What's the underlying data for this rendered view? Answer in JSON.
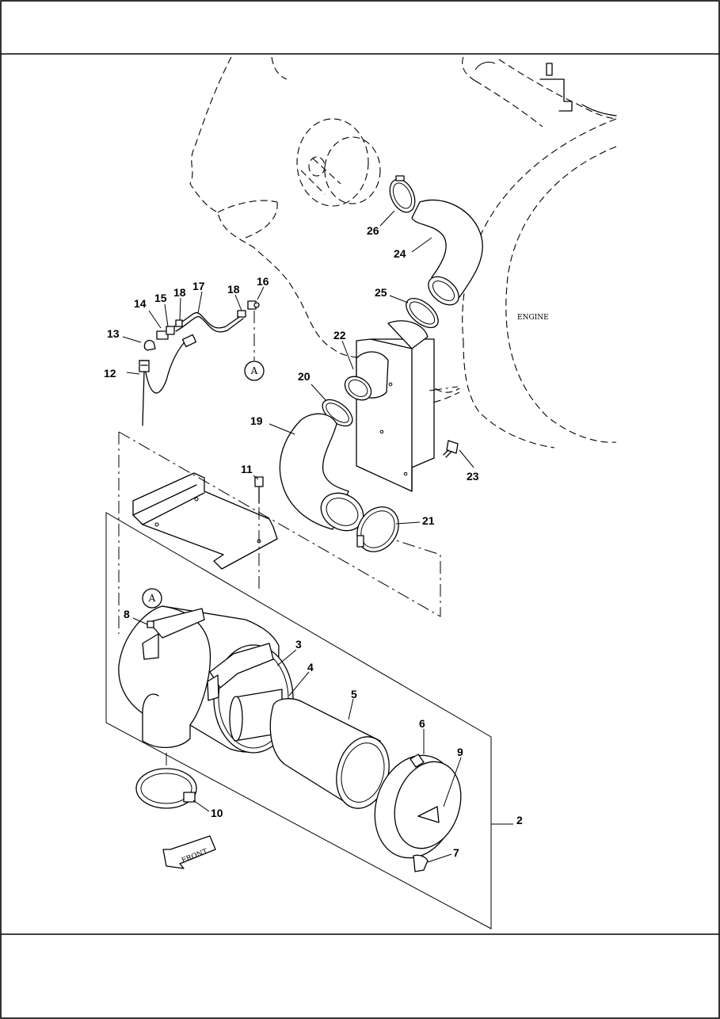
{
  "diagram": {
    "engine_label": "ENGINE",
    "front_label": "FRONT",
    "reference_mark": "A",
    "callouts": {
      "c2": "2",
      "c3": "3",
      "c4": "4",
      "c5": "5",
      "c6": "6",
      "c7": "7",
      "c8": "8",
      "c9": "9",
      "c10": "10",
      "c11": "11",
      "c12": "12",
      "c13": "13",
      "c14": "14",
      "c15": "15",
      "c16": "16",
      "c17": "17",
      "c18": "18",
      "c19": "19",
      "c20": "20",
      "c21": "21",
      "c22": "22",
      "c23": "23",
      "c24": "24",
      "c25": "25",
      "c26": "26"
    }
  }
}
